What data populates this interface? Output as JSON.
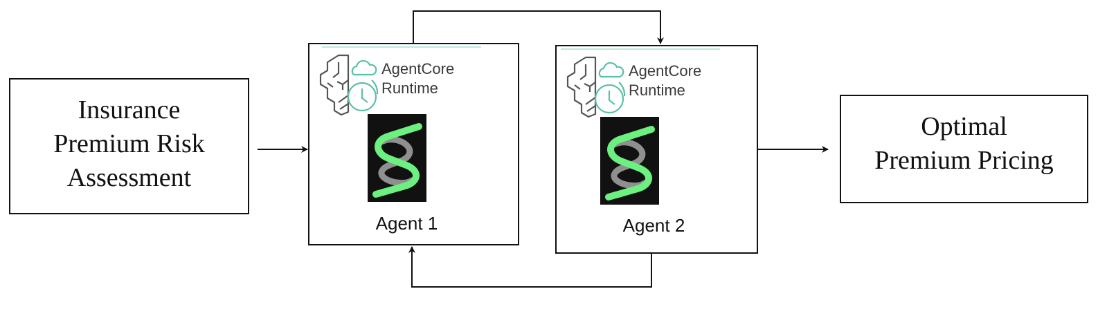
{
  "diagram": {
    "type": "flow",
    "input": {
      "label_lines": [
        "Insurance",
        "Premium Risk",
        "Assessment"
      ]
    },
    "agents": [
      {
        "runtime_title_lines": [
          "AgentCore",
          "Runtime"
        ],
        "runtime_icon": "brain-cloud-clock-icon",
        "logo_icon": "helix-s-logo-icon",
        "label": "Agent 1"
      },
      {
        "runtime_title_lines": [
          "AgentCore",
          "Runtime"
        ],
        "runtime_icon": "brain-cloud-clock-icon",
        "logo_icon": "helix-s-logo-icon",
        "label": "Agent 2"
      }
    ],
    "output": {
      "label_lines": [
        "Optimal",
        "Premium Pricing"
      ]
    },
    "edges": [
      {
        "from": "Insurance Premium Risk Assessment",
        "to": "Agent 1"
      },
      {
        "from": "Agent 1",
        "to": "Agent 2",
        "route": "top"
      },
      {
        "from": "Agent 2",
        "to": "Agent 1",
        "route": "bottom"
      },
      {
        "from": "Agent 2",
        "to": "Optimal Premium Pricing"
      }
    ],
    "colors": {
      "line": "#111111",
      "logo_bg": "#111111",
      "logo_green": "#6cf07f",
      "logo_gray": "#8f8f8f",
      "runtime_teal": "#5cbfa8",
      "runtime_gray": "#555555",
      "teal_rule": "#bfe6df"
    }
  }
}
